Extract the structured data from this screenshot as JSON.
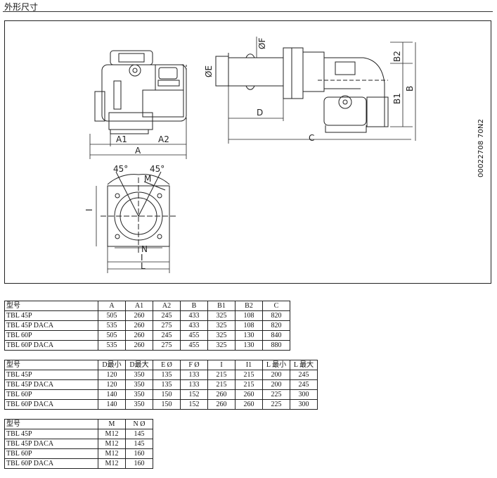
{
  "page": {
    "title": "外形尺寸"
  },
  "drawing": {
    "labels": {
      "A": "A",
      "A1": "A1",
      "A2": "A2",
      "B": "B",
      "B1": "B1",
      "B2": "B2",
      "C": "C",
      "D": "D",
      "E": "ØE",
      "F": "ØF",
      "I": "I",
      "I1": "I",
      "L": "L",
      "M": "M",
      "N": "N",
      "angle1": "45°",
      "angle2": "45°"
    },
    "code": "00022708 70N2"
  },
  "table1": {
    "headers": [
      "型号",
      "A",
      "A1",
      "A2",
      "B",
      "B1",
      "B2",
      "C"
    ],
    "rows": [
      [
        "TBL 45P",
        "505",
        "260",
        "245",
        "433",
        "325",
        "108",
        "820"
      ],
      [
        "TBL 45P DACA",
        "535",
        "260",
        "275",
        "433",
        "325",
        "108",
        "820"
      ],
      [
        "TBL 60P",
        "505",
        "260",
        "245",
        "455",
        "325",
        "130",
        "840"
      ],
      [
        "TBL 60P DACA",
        "535",
        "260",
        "275",
        "455",
        "325",
        "130",
        "880"
      ]
    ]
  },
  "table2": {
    "headers": [
      "型号",
      "D最小",
      "D最大",
      "E Ø",
      "F Ø",
      "I",
      "I1",
      "L 最小",
      "L 最大"
    ],
    "rows": [
      [
        "TBL 45P",
        "120",
        "350",
        "135",
        "133",
        "215",
        "215",
        "200",
        "245"
      ],
      [
        "TBL 45P DACA",
        "120",
        "350",
        "135",
        "133",
        "215",
        "215",
        "200",
        "245"
      ],
      [
        "TBL 60P",
        "140",
        "350",
        "150",
        "152",
        "260",
        "260",
        "225",
        "300"
      ],
      [
        "TBL 60P DACA",
        "140",
        "350",
        "150",
        "152",
        "260",
        "260",
        "225",
        "300"
      ]
    ]
  },
  "table3": {
    "headers": [
      "型号",
      "M",
      "N Ø"
    ],
    "rows": [
      [
        "TBL 45P",
        "M12",
        "145"
      ],
      [
        "TBL 45P DACA",
        "M12",
        "145"
      ],
      [
        "TBL 60P",
        "M12",
        "160"
      ],
      [
        "TBL 60P DACA",
        "M12",
        "160"
      ]
    ]
  }
}
